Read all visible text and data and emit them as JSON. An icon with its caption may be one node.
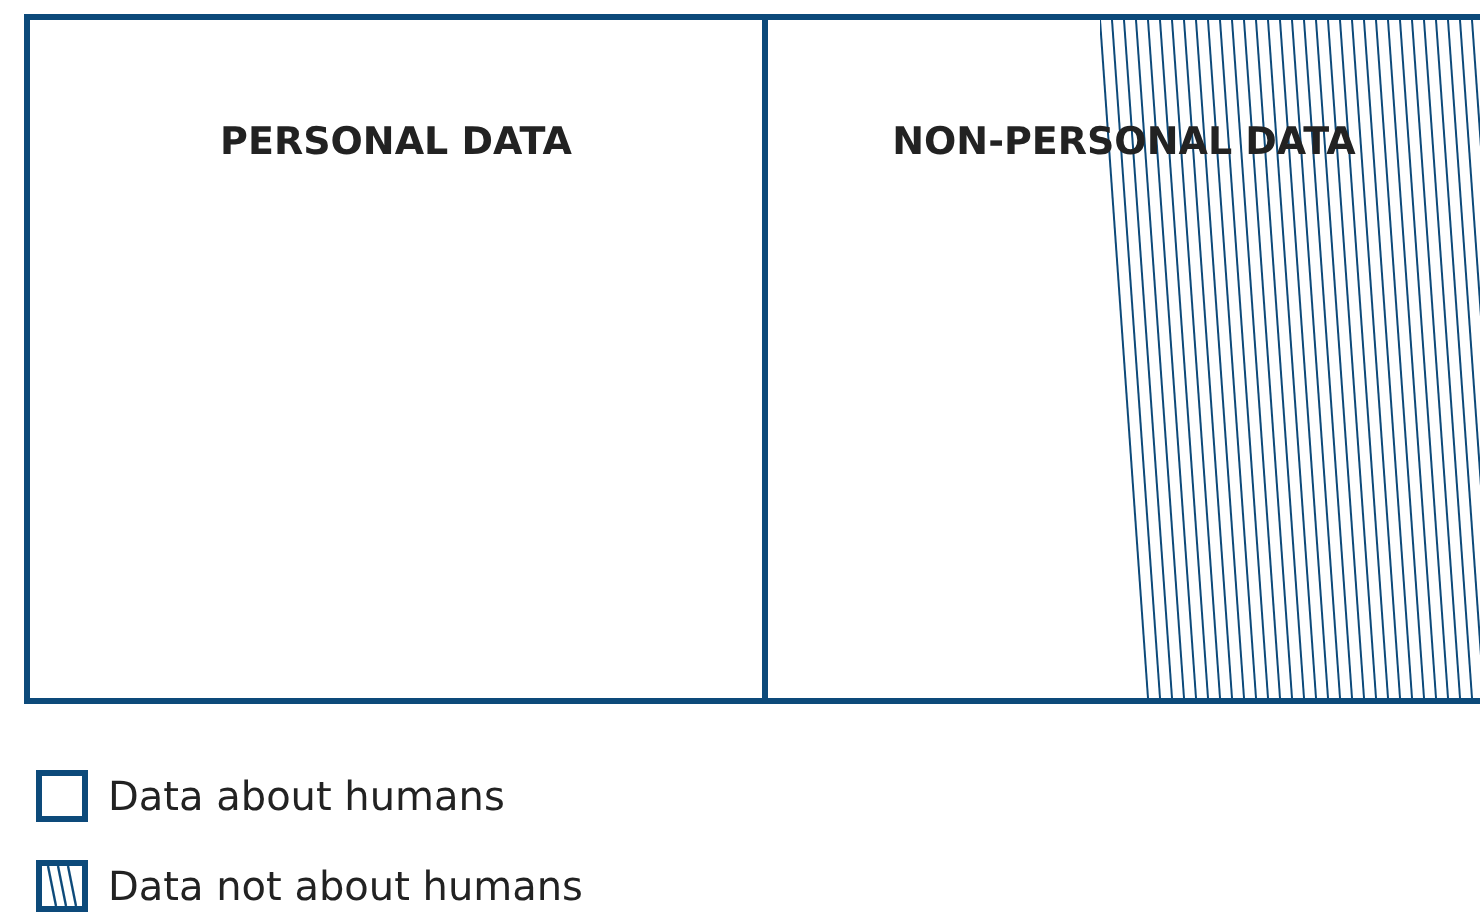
{
  "diagram": {
    "nodes": [
      {
        "text": [
          "PERSONAL DATA"
        ]
      },
      {
        "text": [
          "NON-PERSONAL DATA"
        ]
      }
    ],
    "legend": [
      {
        "text": "Data about humans"
      },
      {
        "text": "Data not about humans"
      }
    ]
  }
}
